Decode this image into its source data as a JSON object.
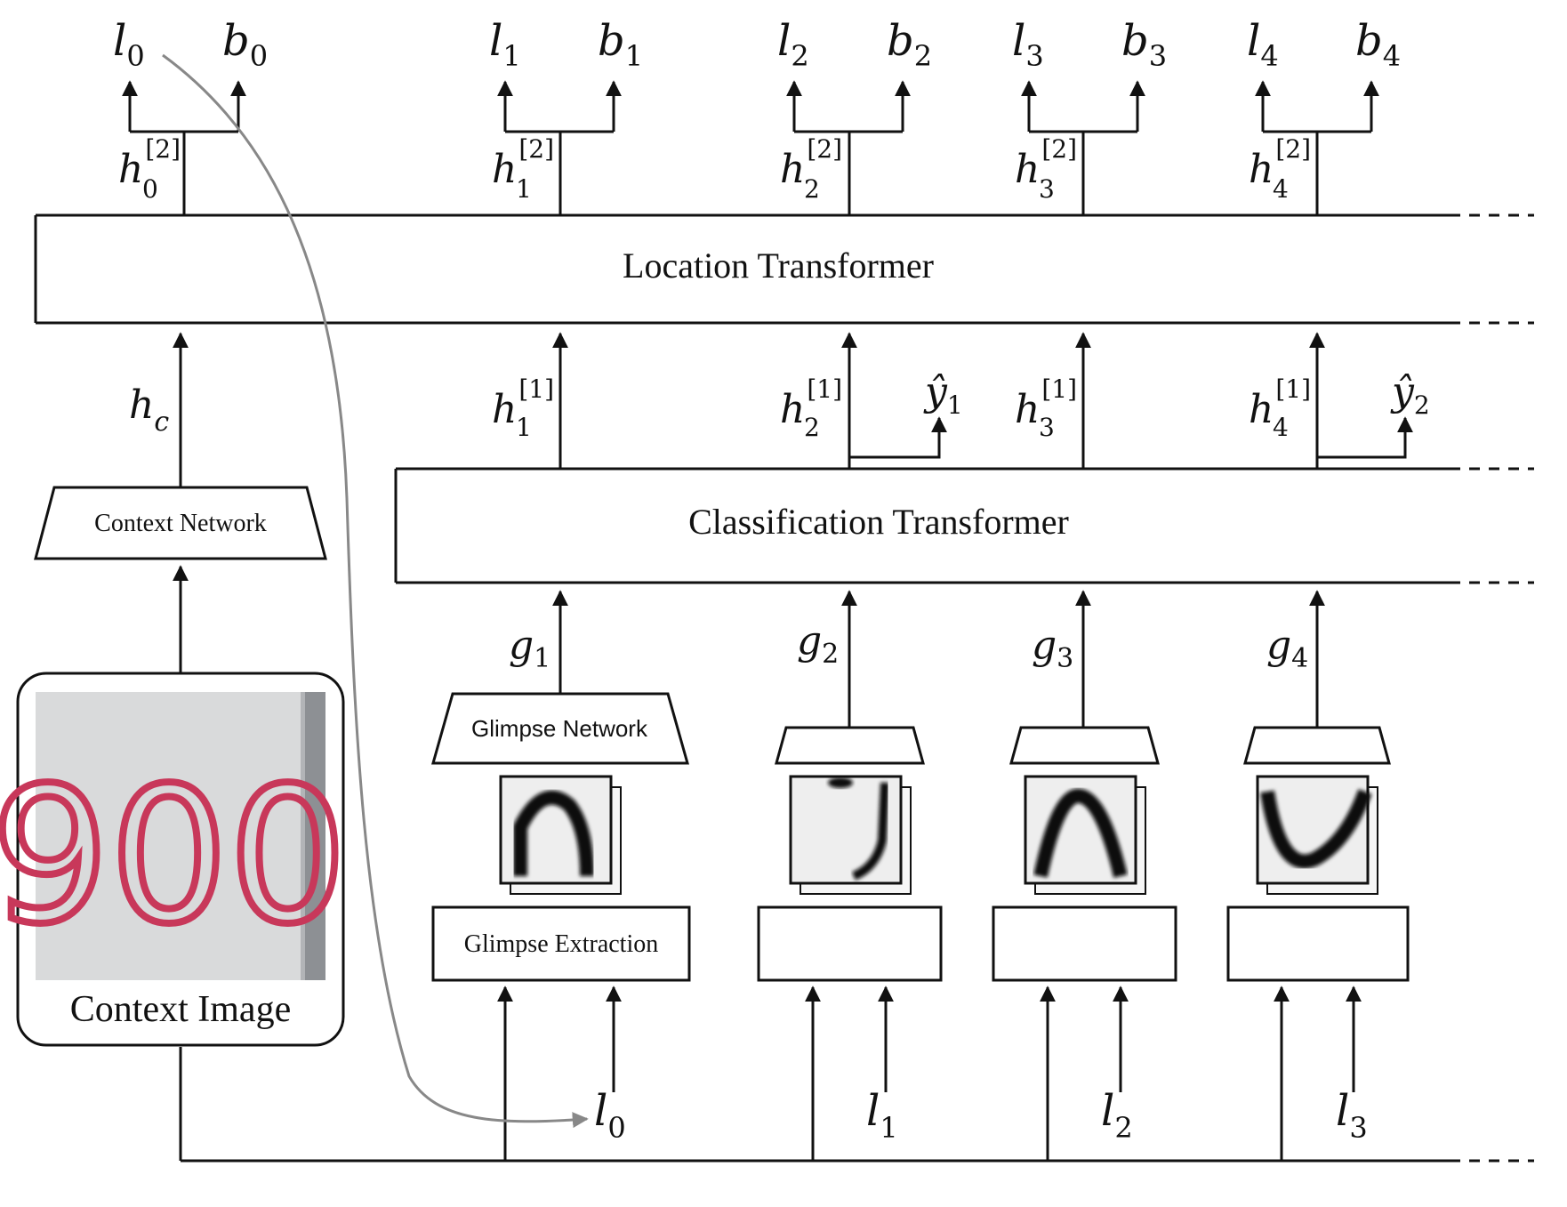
{
  "location_transformer": "Location Transformer",
  "classification_transformer": "Classification Transformer",
  "context_network": "Context Network",
  "context_image": "Context Image",
  "glimpse_network": "Glimpse Network",
  "glimpse_extraction": "Glimpse Extraction",
  "context_digits": "900",
  "outputs": [
    {
      "l": "l",
      "l_sub": "0",
      "b": "b",
      "b_sub": "0"
    },
    {
      "l": "l",
      "l_sub": "1",
      "b": "b",
      "b_sub": "1"
    },
    {
      "l": "l",
      "l_sub": "2",
      "b": "b",
      "b_sub": "2"
    },
    {
      "l": "l",
      "l_sub": "3",
      "b": "b",
      "b_sub": "3"
    },
    {
      "l": "l",
      "l_sub": "4",
      "b": "b",
      "b_sub": "4"
    }
  ],
  "h2_labels": [
    {
      "var": "h",
      "sub": "0",
      "sup": "[2]"
    },
    {
      "var": "h",
      "sub": "1",
      "sup": "[2]"
    },
    {
      "var": "h",
      "sub": "2",
      "sup": "[2]"
    },
    {
      "var": "h",
      "sub": "3",
      "sup": "[2]"
    },
    {
      "var": "h",
      "sub": "4",
      "sup": "[2]"
    }
  ],
  "h1_labels": [
    {
      "var": "h",
      "sub": "1",
      "sup": "[1]"
    },
    {
      "var": "h",
      "sub": "2",
      "sup": "[1]"
    },
    {
      "var": "h",
      "sub": "3",
      "sup": "[1]"
    },
    {
      "var": "h",
      "sub": "4",
      "sup": "[1]"
    }
  ],
  "hc": {
    "var": "h",
    "sub": "c"
  },
  "y_hat": [
    {
      "var": "ŷ",
      "sub": "1"
    },
    {
      "var": "ŷ",
      "sub": "2"
    }
  ],
  "g_labels": [
    {
      "var": "g",
      "sub": "1"
    },
    {
      "var": "g",
      "sub": "2"
    },
    {
      "var": "g",
      "sub": "3"
    },
    {
      "var": "g",
      "sub": "4"
    }
  ],
  "l_inputs": [
    {
      "var": "l",
      "sub": "0"
    },
    {
      "var": "l",
      "sub": "1"
    },
    {
      "var": "l",
      "sub": "2"
    },
    {
      "var": "l",
      "sub": "3"
    }
  ],
  "colors": {
    "line": "#111111",
    "feedback_arrow": "#888888",
    "digits": "#c8385a",
    "photo_bg": "#d9dadb"
  }
}
